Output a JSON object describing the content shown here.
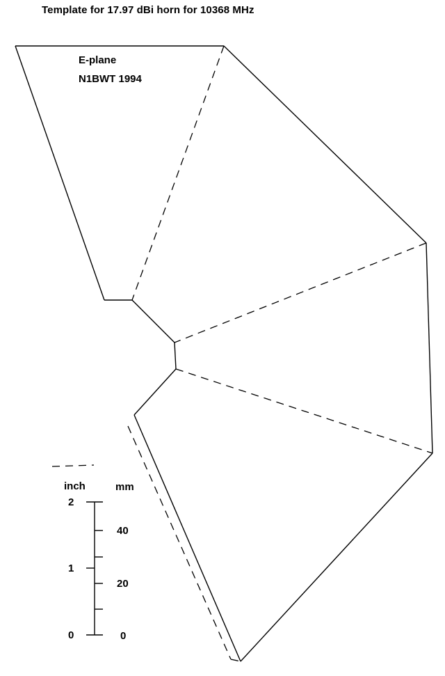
{
  "title": "Template for 17.97 dBi horn for 10368 MHz",
  "labels": {
    "plane": "E-plane",
    "author": "N1BWT 1994"
  },
  "scale": {
    "inch_label": "inch",
    "mm_label": "mm",
    "inch_ticks": [
      "2",
      "1",
      "0"
    ],
    "mm_ticks": [
      "40",
      "20",
      "0"
    ]
  },
  "colors": {
    "line": "#000000",
    "background": "#ffffff"
  }
}
